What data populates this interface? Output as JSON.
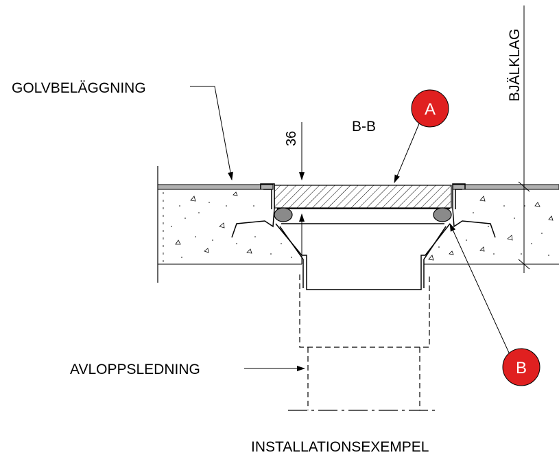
{
  "labels": {
    "floor_covering": "GOLVBELÄGGNING",
    "joist_layer": "BJÄLKLAG",
    "section": "B-B",
    "dimension": "36",
    "drain_pipe": "AVLOPPSLEDNING",
    "caption": "INSTALLATIONSEXEMPEL"
  },
  "markers": {
    "a": "A",
    "b": "B"
  },
  "colors": {
    "marker_fill": "#e02020",
    "marker_text": "#ffffff",
    "floor_surface": "#b0b0b0",
    "seal": "#8a8a8a",
    "line": "#000000"
  }
}
